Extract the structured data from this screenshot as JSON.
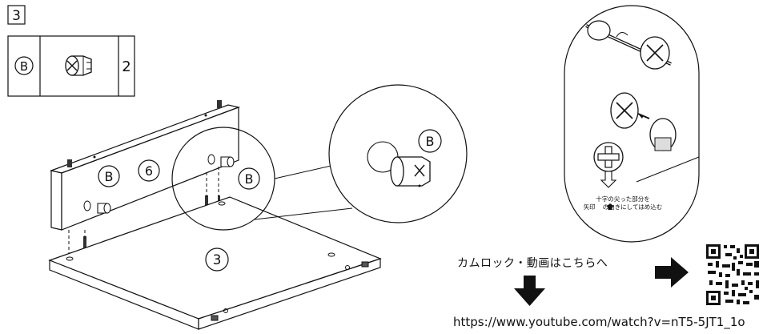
{
  "step": {
    "number": "3"
  },
  "parts_box": {
    "part_label": "B",
    "quantity": "2"
  },
  "labels": {
    "part_b": "B",
    "panel_back": "6",
    "panel_bottom": "3"
  },
  "detail_note": {
    "line1": "十字の尖った部分を",
    "line2_before": "矢印",
    "line2_after": "の向きにしてはめ込む"
  },
  "video_callout": "カムロック・動画はこちらへ",
  "video_url": "https://www.youtube.com/watch?v=nT5-5JT1_1o",
  "icons": [
    "cam-lock-icon",
    "arrow-down-icon",
    "arrow-right-icon",
    "qr-code-icon",
    "arrow-up-icon"
  ]
}
